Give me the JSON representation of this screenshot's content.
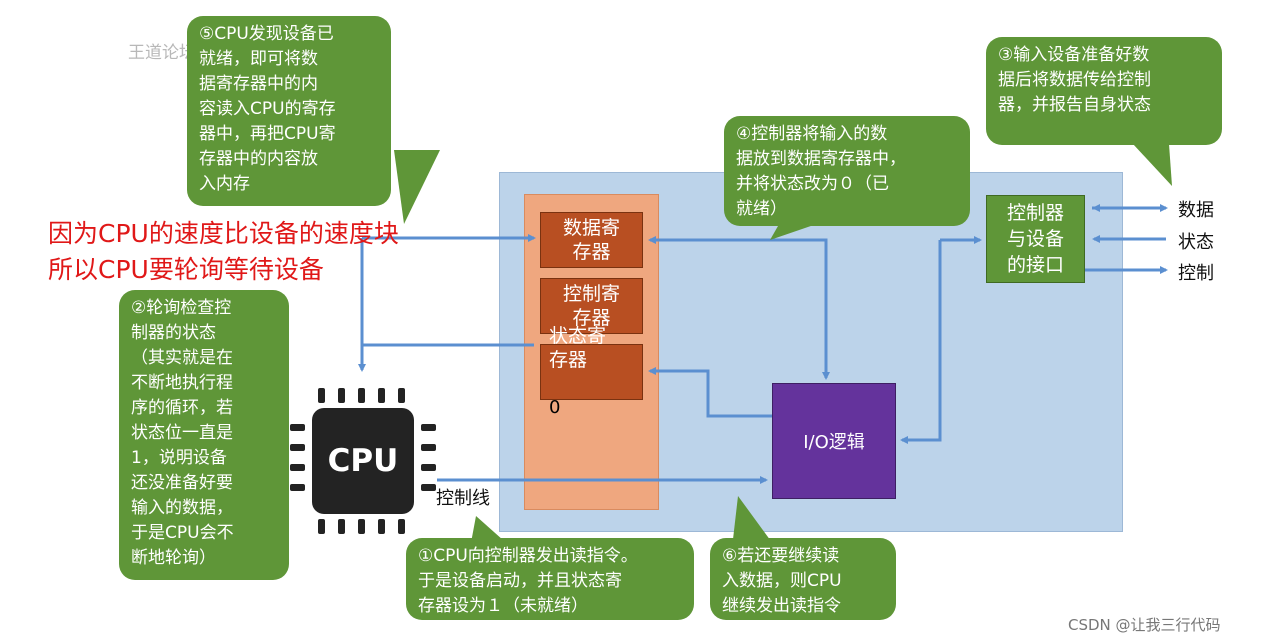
{
  "watermark": {
    "text": "王道论坛"
  },
  "credit": {
    "text": "CSDN @让我三行代码"
  },
  "red_note": {
    "line1": "因为CPU的速度比设备的速度块",
    "line2": "所以CPU要轮询等待设备"
  },
  "registers": {
    "data": {
      "line1": "数据寄",
      "line2": "存器"
    },
    "control": {
      "line1": "控制寄",
      "line2": "存器"
    },
    "status": {
      "line1": "状态寄",
      "line2": "存器",
      "value": "0"
    }
  },
  "interface": {
    "line1": "控制器",
    "line2": "与设备",
    "line3": "的接口"
  },
  "io_logic": {
    "label": "I/O逻辑"
  },
  "cpu": {
    "label": "CPU"
  },
  "control_line": {
    "label": "控制线"
  },
  "device_signals": {
    "data": "数据",
    "status": "状态",
    "control": "控制"
  },
  "notes": {
    "n1": [
      "①CPU向控制器发出读指令。",
      "于是设备启动，并且状态寄",
      "存器设为１（未就绪）"
    ],
    "n2": [
      "②轮询检查控",
      "制器的状态",
      "（其实就是在",
      "不断地执行程",
      "序的循环，若",
      "状态位一直是",
      "1，说明设备",
      "还没准备好要",
      "输入的数据，",
      "于是CPU会不",
      "断地轮询）"
    ],
    "n3": [
      "③输入设备准备好数",
      "据后将数据传给控制",
      "器，并报告自身状态"
    ],
    "n4": [
      "④控制器将输入的数",
      "据放到数据寄存器中，",
      "并将状态改为０（已",
      "就绪）"
    ],
    "n5": [
      "⑤CPU发现设备已",
      "就绪，即可将数",
      "据寄存器中的内",
      "容读入CPU的寄存",
      "器中，再把CPU寄",
      "存器中的内容放",
      "入内存"
    ],
    "n6": [
      "⑥若还要继续读",
      "入数据，则CPU",
      "继续发出读指令"
    ]
  },
  "colors": {
    "wire": "#5b8fd0",
    "panel": "#bcd3ea",
    "register_column": "#efa77f",
    "register": "#b84f22",
    "interface": "#5f9638",
    "io_logic": "#64339c",
    "note": "#5f9638",
    "red_text": "#e01818"
  }
}
